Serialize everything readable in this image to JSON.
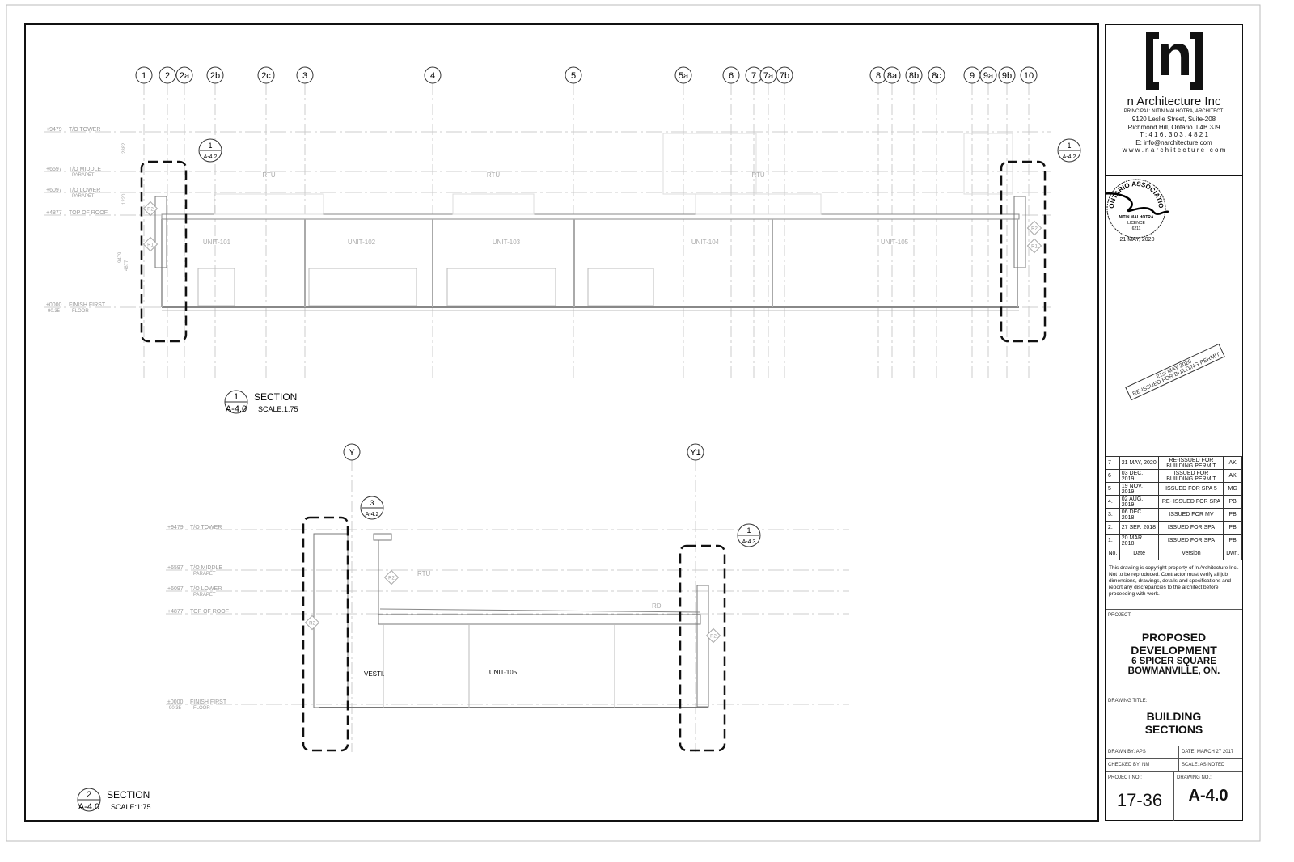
{
  "grid_section1": [
    "1",
    "2",
    "2a",
    "2b",
    "2c",
    "3",
    "4",
    "5",
    "5a",
    "6",
    "7",
    "7a",
    "7b",
    "8",
    "8a",
    "8b",
    "8c",
    "9",
    "9a",
    "9b",
    "10"
  ],
  "grid_section2": [
    "Y",
    "Y1"
  ],
  "levels": [
    {
      "value": "+9479",
      "name": "T/O TOWER",
      "sub": ""
    },
    {
      "value": "+6597",
      "name": "T/O MIDDLE",
      "sub": "PARAPET"
    },
    {
      "value": "+6097",
      "name": "T/O LOWER",
      "sub": "PARAPET"
    },
    {
      "value": "+4877",
      "name": "TOP OF ROOF",
      "sub": ""
    },
    {
      "value": "±0000",
      "name": "FINISH FIRST",
      "sub": "FLOOR",
      "extra": "90.35"
    }
  ],
  "dimensions": [
    "2882",
    "1220",
    "9479",
    "4877"
  ],
  "section1": {
    "units": [
      "UNIT-101",
      "UNIT-102",
      "UNIT-103",
      "UNIT-104",
      "UNIT-105"
    ],
    "rtu_label": "RTU",
    "callout_left": {
      "num": "1",
      "sheet": "A-4.2"
    },
    "callout_right": {
      "num": "1",
      "sheet": "A-4.2"
    },
    "title": {
      "num": "1",
      "sheet": "A-4.0",
      "label": "SECTION",
      "scale": "SCALE:1:75"
    }
  },
  "section2": {
    "vesti": "VESTI.",
    "unit": "UNIT-105",
    "rtu_label": "RTU",
    "rd_label": "RD",
    "callout_left": {
      "num": "3",
      "sheet": "A-4.2"
    },
    "callout_right": {
      "num": "1",
      "sheet": "A-4.3"
    },
    "title": {
      "num": "2",
      "sheet": "A-4.0",
      "label": "SECTION",
      "scale": "SCALE:1:75"
    }
  },
  "wall_tags": [
    "R2",
    "R1"
  ],
  "title_block": {
    "logo_letter": "n",
    "firm": "n Architecture Inc",
    "principal": "PRINCIPAL: NITIN MALHOTRA, ARCHITECT.",
    "address1": "9120 Leslie Street, Suite-208",
    "address2": "Richmond Hill, Ontario. L4B 3J9",
    "phone": "T : 4 1 6 . 3 0 3 . 4 8 2 1",
    "email": "E: info@narchitecture.com",
    "web": "w w w . n a r c h i t e c t u r e . c o m",
    "seal_text": "ONTARIO ASSOCIATION OF ARCHITECTS",
    "seal_name": "NITIN MALHOTRA",
    "seal_licence": "LICENCE",
    "seal_no": "6211",
    "seal_date": "21 MAY, 2020",
    "stamp_line1": "21st MAY 2020",
    "stamp_line2": "RE-ISSUED FOR BUILDING PERMIT",
    "revisions": [
      {
        "no": "7",
        "date": "21 MAY, 2020",
        "version": "RE-ISSUED FOR BUILDING PERMIT",
        "by": "AK"
      },
      {
        "no": "6",
        "date": "03 DEC. 2019",
        "version": "ISSUED FOR BUILDING PERMIT",
        "by": "AK"
      },
      {
        "no": "5",
        "date": "19 NOV. 2019",
        "version": "ISSUED FOR SPA 5",
        "by": "MG"
      },
      {
        "no": "4.",
        "date": "02 AUG. 2019",
        "version": "RE- ISSUED FOR SPA",
        "by": "PB"
      },
      {
        "no": "3.",
        "date": "06 DEC. 2018",
        "version": "ISSUED FOR MV",
        "by": "PB"
      },
      {
        "no": "2.",
        "date": "27 SEP. 2018",
        "version": "ISSUED FOR SPA",
        "by": "PB"
      },
      {
        "no": "1.",
        "date": "20 MAR. 2018",
        "version": "ISSUED FOR SPA",
        "by": "PB"
      }
    ],
    "rev_headers": {
      "no": "No.",
      "date": "Date",
      "version": "Version",
      "by": "Dwn."
    },
    "note": "This drawing is copyright property of 'n Architecture Inc'. Not to be reproduced. Contractor must verify all job dimensions, drawings, details and specifications and report any discrepancies to the architect before proceeding with work.",
    "project_label": "PROJECT:",
    "project1": "PROPOSED",
    "project2": "DEVELOPMENT",
    "project3": "6 SPICER SQUARE",
    "project4": "BOWMANVILLE, ON.",
    "drawing_title_label": "DRAWING TITLE:",
    "drawing_title1": "BUILDING",
    "drawing_title2": "SECTIONS",
    "drawn_by": "DRAWN BY:   APS",
    "date": "DATE: MARCH 27 2017",
    "checked_by": "CHECKED BY: NM",
    "scale": "SCALE:  AS NOTED",
    "project_no_label": "PROJECT  NO.:",
    "drawing_no_label": "DRAWING  NO.:",
    "project_no": "17-36",
    "drawing_no": "A-4.0"
  }
}
